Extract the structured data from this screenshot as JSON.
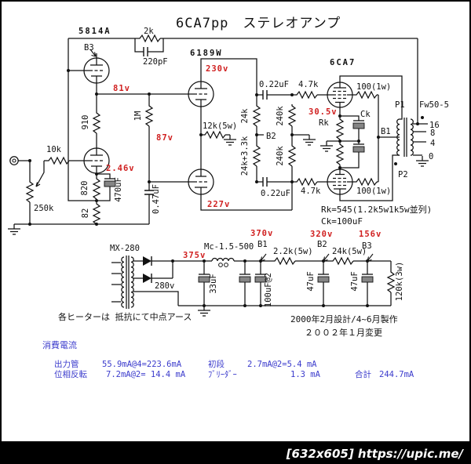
{
  "title": "6CA7pp　ステレオアンプ",
  "tubes": {
    "t5814a": "5814A",
    "t6189w": "6189W",
    "t6ca7": "6CA7"
  },
  "labels": {
    "r_2k": "2k",
    "c_220pf": "220pF",
    "r_1m": "1M",
    "r_910": "910",
    "r_10k": "10k",
    "pot_250k": "250k",
    "r_820": "820",
    "c_470uf": "470uF",
    "r_82": "82",
    "c_047uf": "0.47uF",
    "r_12k5w": "12k(5w)",
    "r_24k": "24k",
    "r_24k33": "24k+3.3k",
    "r_240k_a": "240k",
    "r_240k_b": "240k",
    "c_022uf_a": "0.22uF",
    "c_022uf_b": "0.22uF",
    "r_47k_a": "4.7k",
    "r_47k_b": "4.7k",
    "r_100_a": "100(1w)",
    "r_100_b": "100(1w)",
    "rk": "Rk",
    "ck": "Ck",
    "p1": "P1",
    "p2": "P2",
    "b1_ot": "B1",
    "opt_model": "Fw50-5",
    "tap16": "16",
    "tap8": "8",
    "tap4": "4",
    "tap0": "0",
    "b3_flag": "B3",
    "b2_flag": "B2",
    "pt_model": "MX-280",
    "v280": "280v",
    "choke_model": "Mc-1.5-500",
    "c_33uf": "33uF",
    "c_100uf2": "100uF@2",
    "r_22k5w": "2.2k(5w)",
    "c_47uf_a": "47uF",
    "r_24k5w": "24k(5w)",
    "c_47uf_b": "47uF",
    "r_120k": "120k(3w)",
    "b1_ps": "B1",
    "b2_ps": "B2",
    "b3_ps": "B3"
  },
  "voltages": {
    "v81": "81v",
    "v230": "230v",
    "v87": "87v",
    "v246": "2.46v",
    "v227": "227v",
    "v305": "30.5v",
    "v375": "375v",
    "v370": "370v",
    "v320": "320v",
    "v156": "156v"
  },
  "notes": {
    "rk_note": "Rk=545(1.2k5w1k5w並列)",
    "ck_note": "Ck=100uF",
    "heater_note": "各ヒーターは 抵抗にて中点アース",
    "date1": "2000年2月設計/4~6月製作",
    "date2": "２００２年１月変更"
  },
  "consumption": {
    "heading": "消費電流",
    "row1_label": "出力管",
    "row1_value": "55.9mA@4=223.6mA",
    "row2_label": "位相反転",
    "row2_value": "7.2mA@2= 14.4 mA",
    "row3_label": "初段",
    "row3_value": "2.7mA@2=5.4 mA",
    "row4_label": "ﾌﾞﾘｰﾀﾞｰ",
    "row4_value": "1.3 mA",
    "total_label": "合計",
    "total_value": "244.7mA"
  },
  "footer": {
    "text": "[632x605] https://upic.me/"
  },
  "colors": {
    "voltage_red": "#d02020",
    "text_blue": "#3b3bcc",
    "line": "#111111"
  }
}
